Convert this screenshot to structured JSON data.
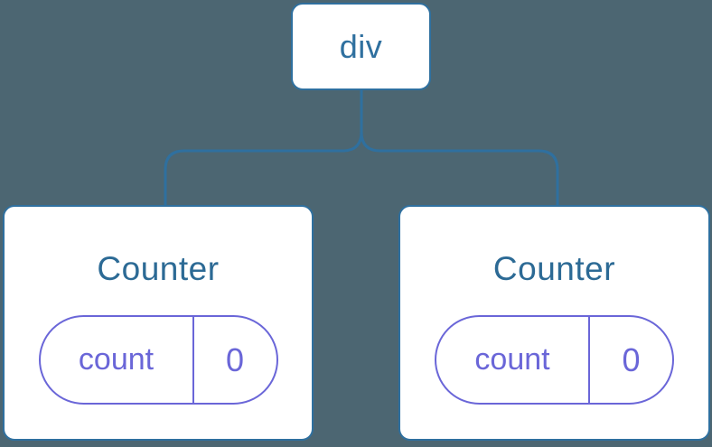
{
  "diagram": {
    "kind": "component-tree",
    "root": {
      "label": "div"
    },
    "children": [
      {
        "title": "Counter",
        "state": {
          "key": "count",
          "value": "0"
        }
      },
      {
        "title": "Counter",
        "state": {
          "key": "count",
          "value": "0"
        }
      }
    ]
  },
  "colors": {
    "background": "#4C6672",
    "node_fill": "#FFFFFF",
    "tree_blue": "#2F709F",
    "title_blue": "#2C6A95",
    "state_purple": "#6A66D8"
  }
}
